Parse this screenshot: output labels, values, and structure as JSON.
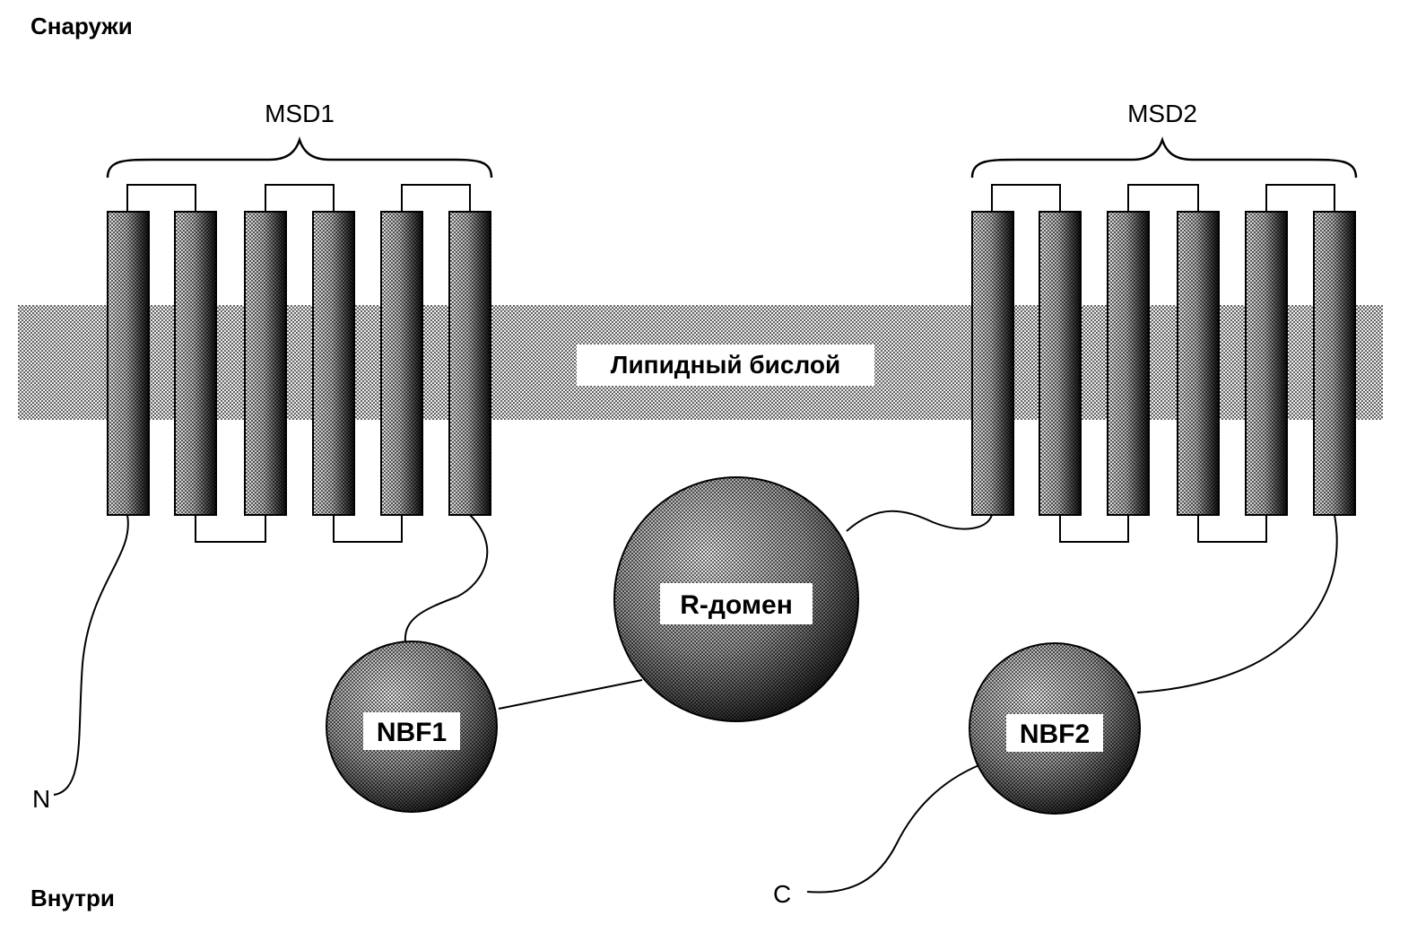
{
  "labels": {
    "outside": "Снаружи",
    "inside": "Внутри",
    "msd1": "MSD1",
    "msd2": "MSD2",
    "bilayer": "Липидный бислой",
    "r_domain": "R-домен",
    "nbf1": "NBF1",
    "nbf2": "NBF2",
    "n_terminus": "N",
    "c_terminus": "C"
  }
}
